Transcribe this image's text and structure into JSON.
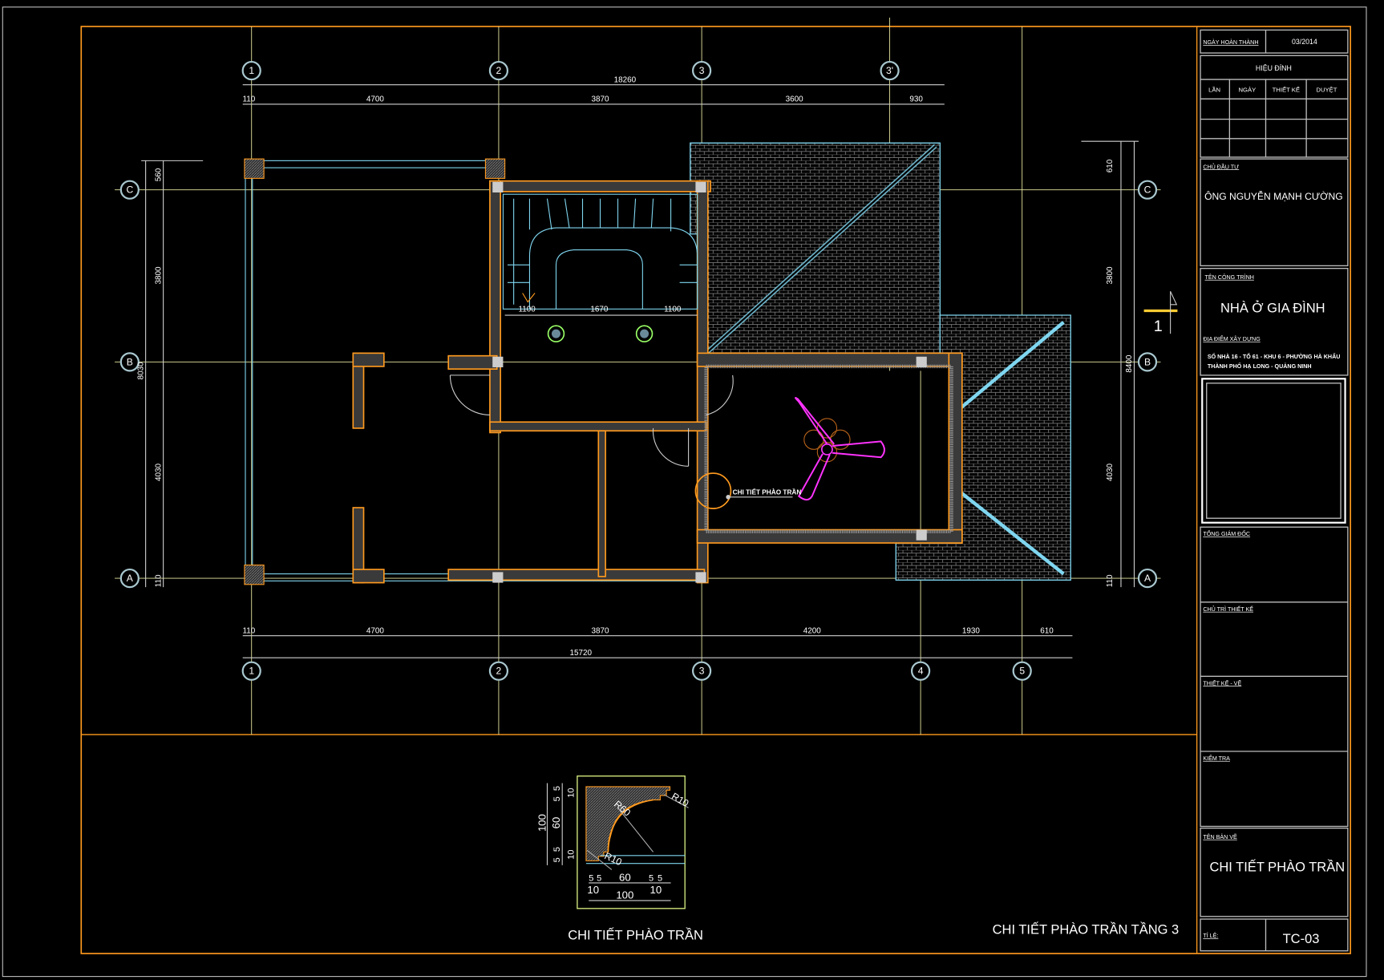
{
  "colors": {
    "frame": "#ff9a1f",
    "grid": "#e8e8a0",
    "wall": "#ff9a1f",
    "stair": "#7fd6f0",
    "fan": "#ff33ff",
    "background": "#000000"
  },
  "axes": {
    "top": [
      "1",
      "2",
      "3",
      "3'"
    ],
    "bottom": [
      "1",
      "2",
      "3",
      "4",
      "5"
    ],
    "left": [
      "C",
      "B",
      "A"
    ],
    "right": [
      "C",
      "B",
      "A"
    ]
  },
  "dimensions": {
    "top_overall": "18260",
    "top_segments": [
      "110",
      "4700",
      "3870",
      "3600",
      "930"
    ],
    "bottom_segments": [
      "110",
      "4700",
      "3870",
      "4200",
      "1930",
      "610"
    ],
    "bottom_overall": "15720",
    "left_segments": [
      "560",
      "3800",
      "4030",
      "110"
    ],
    "left_overall": "8030",
    "right_segments": [
      "610",
      "3800",
      "4030",
      "110"
    ],
    "right_overall": "8400",
    "stair": [
      "1100",
      "1670",
      "1100"
    ]
  },
  "plan": {
    "callout": "CHI TIẾT PHÀO TRẦN",
    "section_mark": "1"
  },
  "detail": {
    "caption": "CHI TIẾT PHÀO TRẦN",
    "radii": [
      "R60",
      "R10",
      "R10"
    ],
    "vertical_dims": [
      "100",
      "60",
      "5",
      "5",
      "5",
      "5",
      "10",
      "10"
    ],
    "horizontal_dims": [
      "5",
      "5",
      "60",
      "5",
      "5",
      "10",
      "100",
      "10"
    ]
  },
  "sheet_caption": "CHI TIẾT PHÀO TRẦN TẦNG 3",
  "title_block": {
    "completion_label": "NGÀY HOÀN THÀNH",
    "completion_date": "03/2014",
    "revision_title": "HIỆU ĐÍNH",
    "revision_headers": [
      "LẦN",
      "NGÀY",
      "THIẾT KẾ",
      "DUYỆT"
    ],
    "owner_label": "CHỦ ĐẦU TƯ",
    "owner": "ÔNG NGUYỄN MẠNH CƯỜNG",
    "project_label": "TÊN CÔNG TRÌNH",
    "project": "NHÀ Ở GIA ĐÌNH",
    "location_label": "ĐỊA ĐIỂM XÂY DỰNG",
    "location_line1": "SỐ NHÀ 16 - TỔ 61 - KHU 6 - PHƯỜNG HÀ KHẨU",
    "location_line2": "THÀNH PHỐ HẠ LONG - QUẢNG NINH",
    "director_label": "TỔNG GIÁM ĐỐC",
    "lead_label": "CHỦ TRÌ THIẾT KẾ",
    "drafter_label": "THIẾT KẾ - VẼ",
    "checker_label": "KIỂM TRA",
    "drawing_name_label": "TÊN BẢN VẼ",
    "drawing_name": "CHI TIẾT PHÀO TRẦN",
    "scale_label": "TỈ LỆ:",
    "sheet_number": "TC-03"
  }
}
